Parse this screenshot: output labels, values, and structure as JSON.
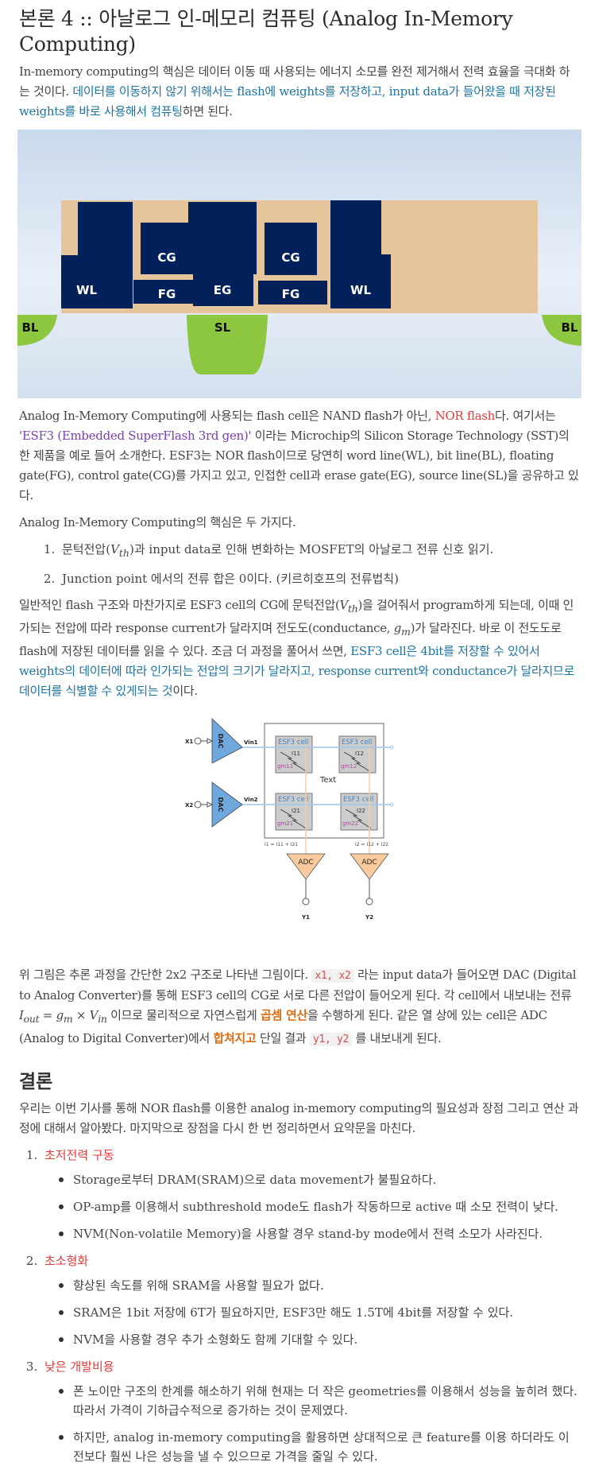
{
  "section4": {
    "title": "본론 4 :: 아날로그 인-메모리 컴퓨팅 (Analog In-Memory Computing)",
    "intro": {
      "plain": "In-memory computing의 핵심은 데이터 이동 때 사용되는 에너지 소모를 완전 제거해서 전력 효율을 극대화 하는 것이다. ",
      "highlight": "데이터를 이동하지 않기 위해서는 flash에 weights를 저장하고, input data가 들어왔을 때 저장된 weights를 바로 사용해서 컴퓨팅",
      "tail": "하면 된다."
    },
    "figure1": {
      "labels": {
        "wl_left": "WL",
        "cg_left": "CG",
        "fg_left": "FG",
        "eg": "EG",
        "cg_right": "CG",
        "fg_right": "FG",
        "wl_right": "WL",
        "bl_left": "BL",
        "sl": "SL",
        "bl_right": "BL"
      },
      "colors": {
        "gate": "#02215a",
        "oxide": "#e6c49c",
        "diffusion": "#8dc63f",
        "bg_top": "#c9d9ec",
        "bg_mid": "#e8eef7"
      }
    },
    "p_cell": {
      "a": "Analog In-Memory Computing에 사용되는 flash cell은 NAND flash가 아닌, ",
      "nor": "NOR flash",
      "b": "다. 여기서는 ",
      "esf3": "'ESF3 (Embedded SuperFlash 3rd gen)'",
      "c": " 이라는 Microchip의 Silicon Storage Technology (SST)의 한 제품을 예로 들어 소개한다. ESF3는 NOR flash이므로 당연히 word line(WL), bit line(BL), floating gate(FG), control gate(CG)를 가지고 있고, 인접한 cell과 erase gate(EG), source line(SL)을 공유하고 있다."
    },
    "core_intro": "Analog In-Memory Computing의 핵심은 두 가지다.",
    "core_items": [
      {
        "a": "문턱전압(",
        "math": "V",
        "sub": "th",
        "b": ")과 input data로 인해 변화하는 MOSFET의 아날로그 전류 신호 읽기."
      },
      {
        "a": "Junction point 에서의 전류 합은 0이다. (키르히호프의 전류법칙)"
      }
    ],
    "p_program": {
      "a": "일반적인 flash 구조와 마찬가지로 ESF3 cell의 CG에 문턱전압(",
      "vth": "V",
      "vth_sub": "th",
      "b": ")을 걸어줘서 program하게 되는데, 이때 인가되는 전압에 따라 response current가 달라지며 전도도(conductance, ",
      "gm": "g",
      "gm_sub": "m",
      "c": ")가 달라진다. 바로 이 전도도로 flash에 저장된 데이터를 읽을 수 있다. 조금 더 과정을 풀어서 쓰면, ",
      "highlight": "ESF3 cell은 4bit를 저장할 수 있어서 weights의 데이터에 따라 인가되는 전압의 크기가 달라지고, response current와 conductance가 달라지므로 데이터를 식별할 수 있게되는 것",
      "d": "이다."
    },
    "figure2": {
      "inputs": [
        "X1",
        "X2"
      ],
      "dac_label": "DAC",
      "vin": [
        "Vin1",
        "Vin2"
      ],
      "cell_label": "ESF3 cell",
      "currents": [
        "I11",
        "I12",
        "I21",
        "I22"
      ],
      "gms": [
        "gm11",
        "gm12",
        "gm21",
        "gm22"
      ],
      "center_text": "Text",
      "sums": [
        "I1 = I11 + I21",
        "I2 = I12 + I22"
      ],
      "adc_label": "ADC",
      "outputs": [
        "Y1",
        "Y2"
      ],
      "colors": {
        "dac": "#6fa8dc",
        "adc": "#f9cb9c",
        "cell": "#cccccc",
        "wire_h": "#9fc5e8",
        "wire_v": "#f9cb9c",
        "gm_text": "#a64d9e",
        "cell_title": "#3d85c6"
      }
    },
    "p_inference": {
      "a": "위 그림은 추론 과정을 간단한 2x2 구조로 나타낸 그림이다. ",
      "x": "x1, x2",
      "b": " 라는 input data가 들어오면 DAC (Digital to Analog Converter)를 통해 ESF3 cell의 CG로 서로 다른 전압이 들어오게 된다. 각 cell에서 내보내는 전류 ",
      "iout": "I",
      "iout_sub": "out",
      "eq": " = ",
      "gm": "g",
      "gm_sub": "m",
      "times": " × ",
      "vin": "V",
      "vin_sub": "in",
      "c": " 이므로 물리적으로 자연스럽게 ",
      "mul": "곱셈 연산",
      "d": "을 수행하게 된다. 같은 열 상에 있는 cell은 ADC (Analog to Digital Converter)에서 ",
      "sum": "합쳐지고",
      "e": " 단일 결과 ",
      "y": "y1, y2",
      "f": " 를 내보내게 된다."
    }
  },
  "conclusion": {
    "heading": "결론",
    "intro": "우리는 이번 기사를 통해 NOR flash를 이용한 analog in-memory computing의 필요성과 장점 그리고 연산 과정에 대해서 알아봤다. 마지막으로 장점을 다시 한 번 정리하면서 요약문을 마친다.",
    "items": [
      {
        "head": "초저전력 구동",
        "bullets": [
          "Storage로부터 DRAM(SRAM)으로 data movement가 불필요하다.",
          "OP-amp를 이용해서 subthreshold mode도 flash가 작동하므로 active 때 소모 전력이 낮다.",
          "NVM(Non-volatile Memory)을 사용할 경우 stand-by mode에서 전력 소모가 사라진다."
        ]
      },
      {
        "head": "초소형화",
        "bullets": [
          "향상된 속도를 위해 SRAM을 사용할 필요가 없다.",
          "SRAM은 1bit 저장에 6T가 필요하지만, ESF3만 해도 1.5T에 4bit를 저장할 수 있다.",
          "NVM을 사용할 경우 추가 소형화도 함께 기대할 수 있다."
        ]
      },
      {
        "head": "낮은 개발비용",
        "bullets": [
          "폰 노이만 구조의 한계를 해소하기 위해 현재는 더 작은 geometries를 이용해서 성능을 높히려 했다. 따라서 가격이 기하급수적으로 증가하는 것이 문제였다.",
          "하지만, analog in-memory computing을 활용하면 상대적으로 큰 feature를 이용 하더라도 이전보다 훨씬 나은 성능을 낼 수 있으므로 가격을 줄일 수 있다."
        ]
      }
    ]
  }
}
